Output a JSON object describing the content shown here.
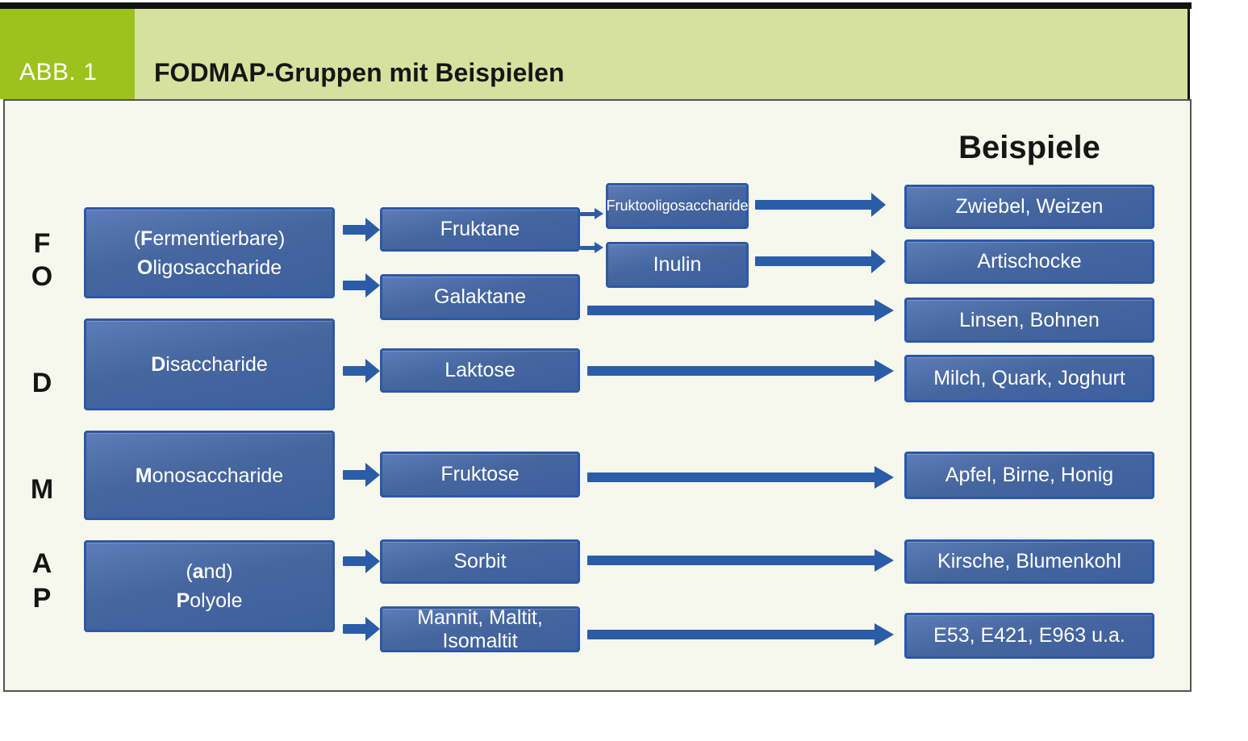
{
  "header": {
    "figure_label": "ABB. 1",
    "title": "FODMAP-Gruppen mit Beispielen"
  },
  "examples_heading": "Beispiele",
  "letters": [
    "F",
    "O",
    "D",
    "M",
    "A",
    "P"
  ],
  "groups": [
    {
      "lines": [
        {
          "pre": "(",
          "bold": "F",
          "post": "ermentierbare)"
        },
        {
          "pre": "",
          "bold": "O",
          "post": "ligosaccharide"
        }
      ]
    },
    {
      "lines": [
        {
          "pre": "",
          "bold": "D",
          "post": "isaccharide"
        }
      ]
    },
    {
      "lines": [
        {
          "pre": "",
          "bold": "M",
          "post": "onosaccharide"
        }
      ]
    },
    {
      "lines": [
        {
          "pre": "(",
          "bold": "a",
          "post": "nd)"
        },
        {
          "pre": "",
          "bold": "P",
          "post": "olyole"
        }
      ]
    }
  ],
  "mids": [
    "Fruktane",
    "Galaktane",
    "Laktose",
    "Fruktose",
    "Sorbit",
    "Mannit, Maltit, Isomaltit"
  ],
  "subs": [
    "Fruktooligosaccharide",
    "Inulin"
  ],
  "examples": [
    "Zwiebel, Weizen",
    "Artischocke",
    "Linsen, Bohnen",
    "Milch, Quark, Joghurt",
    "Apfel, Birne, Honig",
    "Kirsche, Blumenkohl",
    "E53, E421, E963 u.a."
  ],
  "colors": {
    "box_blue": "#44659f",
    "box_border_blue": "#2b58a8",
    "arrow_blue": "#2b5ca8",
    "header_green": "#9dc21d",
    "header_light_green": "#d7e19f",
    "panel_bg": "#f6f7ed"
  }
}
